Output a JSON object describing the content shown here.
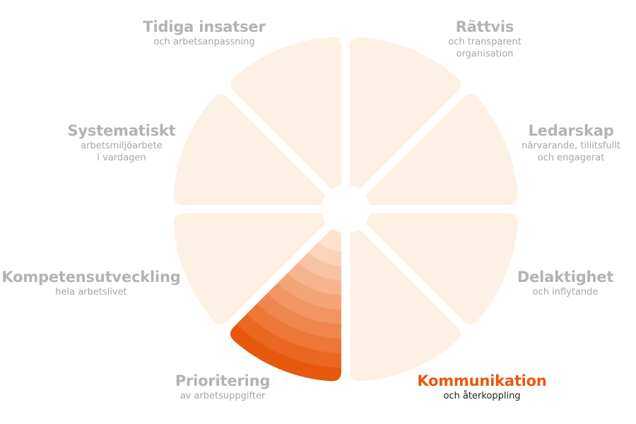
{
  "segments": [
    {
      "id": "tidiga",
      "title": "Tidiga insatser",
      "sub": [
        "och arbetsanpassning"
      ]
    },
    {
      "id": "rattvis",
      "title": "Rättvis",
      "sub": [
        "och transparent",
        "organisation"
      ]
    },
    {
      "id": "ledar",
      "title": "Ledarskap",
      "sub": [
        "närvarande, tillitsfullt",
        "och engagerat"
      ]
    },
    {
      "id": "delak",
      "title": "Delaktighet",
      "sub": [
        "och inflytande"
      ]
    },
    {
      "id": "kommun",
      "title": "Kommunikation",
      "sub": [
        "och återkoppling"
      ]
    },
    {
      "id": "prior",
      "title": "Prioritering",
      "sub": [
        "av arbetsuppgifter"
      ]
    },
    {
      "id": "kompet",
      "title": "Kompetensutveckling",
      "sub": [
        "hela arbetslivet"
      ]
    },
    {
      "id": "system",
      "title": "Systematiskt",
      "sub": [
        "arbetsmiljöarbete",
        "i vardagen"
      ]
    }
  ],
  "active_segment": "kommun",
  "colors": {
    "inactive_fill": "#fdf0e5",
    "active_gradient_inner": "#fde2cf",
    "active_gradient_outer": "#e8580c",
    "inactive_text": "#b3b3b3",
    "active_title": "#e8580c",
    "active_sub": "#222222"
  }
}
